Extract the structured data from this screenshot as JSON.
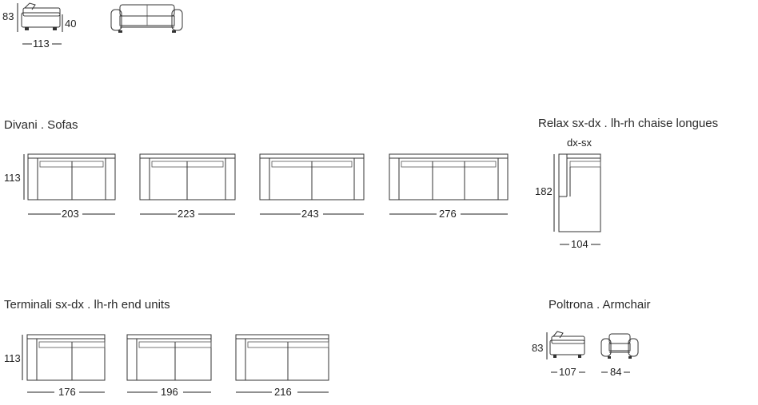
{
  "sections": {
    "sofas": "Divani . Sofas",
    "chaise": "Relax sx-dx . lh-rh chaise longues",
    "end_units": "Terminali sx-dx . lh-rh end units",
    "armchair": "Poltrona . Armchair"
  },
  "top_profile": {
    "height": "83",
    "seat_height": "40",
    "depth": "113"
  },
  "sofas": {
    "depth": "113",
    "widths": [
      "203",
      "223",
      "243",
      "276"
    ]
  },
  "chaise": {
    "variant": "dx-sx",
    "length": "182",
    "width": "104"
  },
  "end_units": {
    "depth": "113",
    "widths": [
      "176",
      "196",
      "216"
    ]
  },
  "armchair": {
    "height": "83",
    "depth": "107",
    "width": "84"
  },
  "colors": {
    "line": "#333333",
    "text": "#222222",
    "background": "#ffffff"
  }
}
